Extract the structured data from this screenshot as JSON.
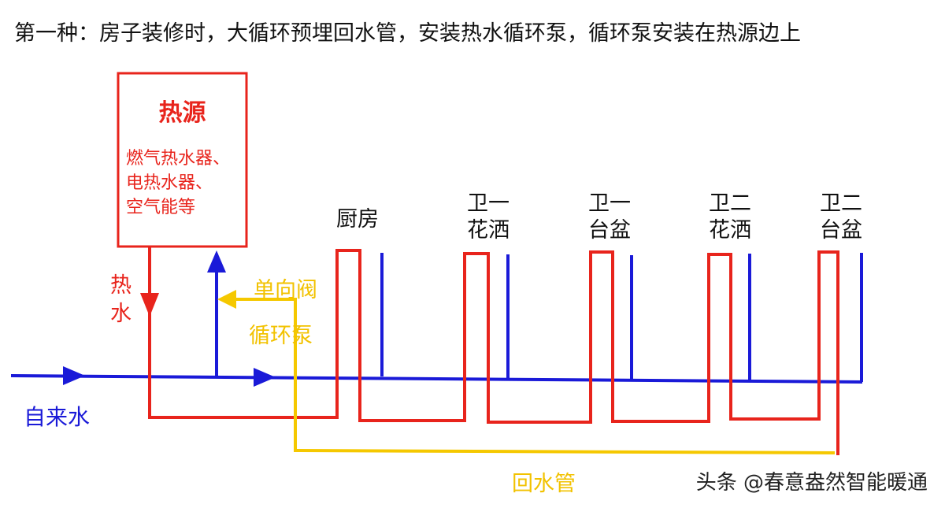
{
  "title": "第一种：房子装修时，大循环预埋回水管，安装热水循环泵，循环泵安装在热源边上",
  "heat_source": {
    "title": "热源",
    "lines": [
      "燃气热水器、",
      "电热水器、",
      "空气能等"
    ]
  },
  "labels": {
    "hot_water_1": "热",
    "hot_water_2": "水",
    "check_valve": "单向阀",
    "circulation_pump": "循环泵",
    "tap_water": "自来水",
    "return_pipe": "回水管"
  },
  "fixtures": [
    {
      "line1": "厨房",
      "line2": ""
    },
    {
      "line1": "卫一",
      "line2": "花洒"
    },
    {
      "line1": "卫一",
      "line2": "台盆"
    },
    {
      "line1": "卫二",
      "line2": "花洒"
    },
    {
      "line1": "卫二",
      "line2": "台盆"
    }
  ],
  "watermark": "头条 @春意盎然智能暖通",
  "colors": {
    "hot_pipe": "#e8241c",
    "cold_pipe": "#1a1ad8",
    "return_pipe": "#f5c800",
    "text": "#111111"
  }
}
